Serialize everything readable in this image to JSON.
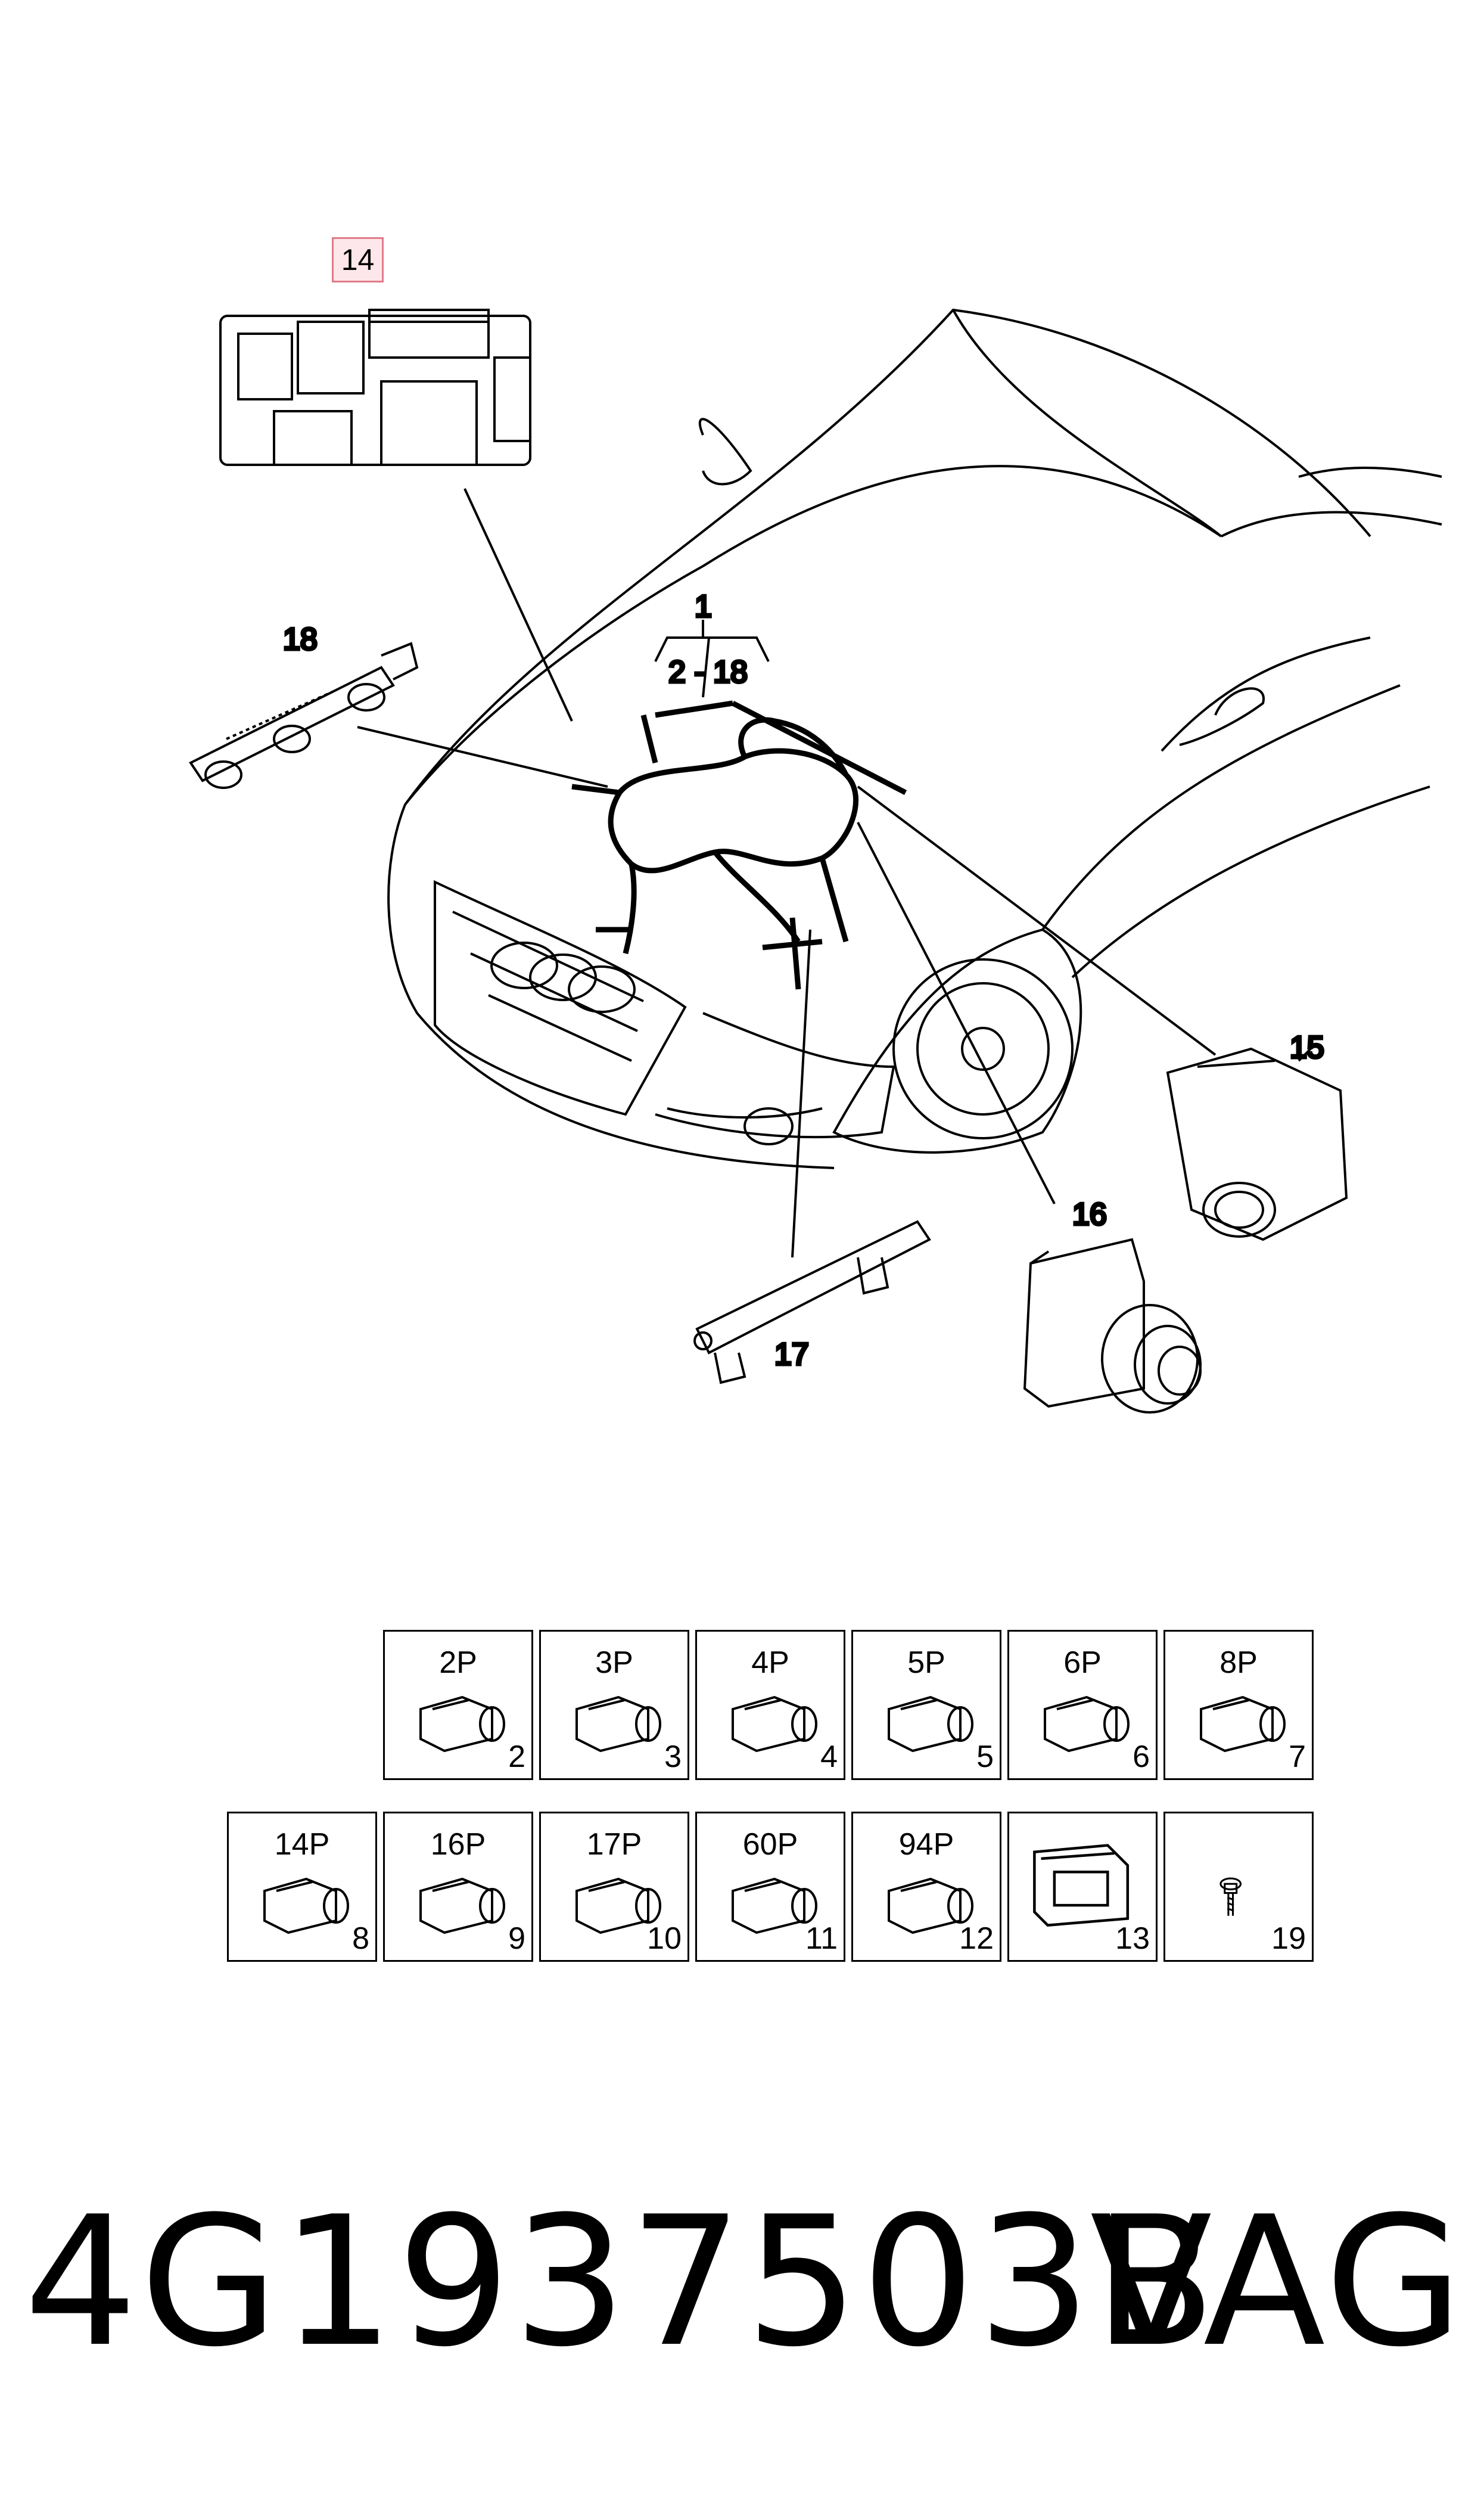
{
  "callouts": {
    "c1": "1",
    "c2_18": "2 - 18",
    "c14": "14",
    "c15": "15",
    "c16": "16",
    "c17": "17",
    "c18": "18"
  },
  "highlight_color": "#e07b8a",
  "connector_grid": {
    "row1": [
      {
        "pins": "2P",
        "number": "2"
      },
      {
        "pins": "3P",
        "number": "3"
      },
      {
        "pins": "4P",
        "number": "4"
      },
      {
        "pins": "5P",
        "number": "5"
      },
      {
        "pins": "6P",
        "number": "6"
      },
      {
        "pins": "8P",
        "number": "7"
      }
    ],
    "row2": [
      {
        "pins": "14P",
        "number": "8"
      },
      {
        "pins": "16P",
        "number": "9"
      },
      {
        "pins": "17P",
        "number": "10"
      },
      {
        "pins": "60P",
        "number": "11"
      },
      {
        "pins": "94P",
        "number": "12"
      },
      {
        "pins": "",
        "number": "13"
      },
      {
        "pins": "",
        "number": "19"
      }
    ]
  },
  "footer": {
    "part_number": "4G1937503B",
    "brand": "VAG"
  }
}
